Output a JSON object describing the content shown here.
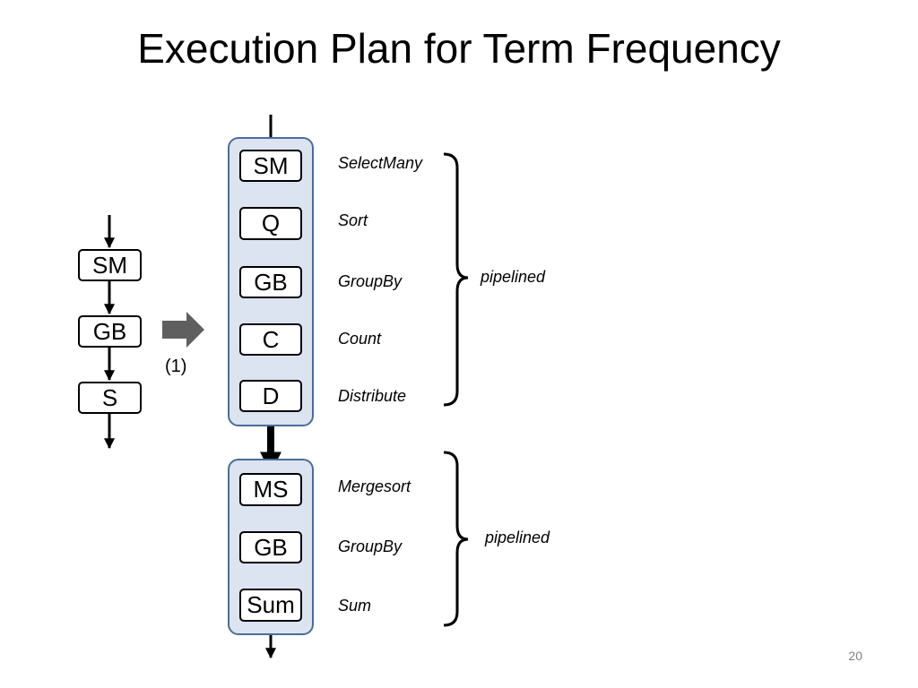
{
  "slide": {
    "title": "Execution Plan for Term Frequency",
    "page_number": "20",
    "step_label": "(1)"
  },
  "original_plan": {
    "nodes": [
      "SM",
      "GB",
      "S"
    ]
  },
  "stage1": {
    "nodes": [
      {
        "op": "SM",
        "label": "SelectMany"
      },
      {
        "op": "Q",
        "label": "Sort"
      },
      {
        "op": "GB",
        "label": "GroupBy"
      },
      {
        "op": "C",
        "label": "Count"
      },
      {
        "op": "D",
        "label": "Distribute"
      }
    ],
    "brace_label": "pipelined"
  },
  "stage2": {
    "nodes": [
      {
        "op": "MS",
        "label": "Mergesort"
      },
      {
        "op": "GB",
        "label": "GroupBy"
      },
      {
        "op": "Sum",
        "label": "Sum"
      }
    ],
    "brace_label": "pipelined"
  },
  "colors": {
    "stage_fill": "#dbe4f0",
    "stage_border": "#4a6d9a",
    "transform_arrow": "#5f5f5f"
  }
}
